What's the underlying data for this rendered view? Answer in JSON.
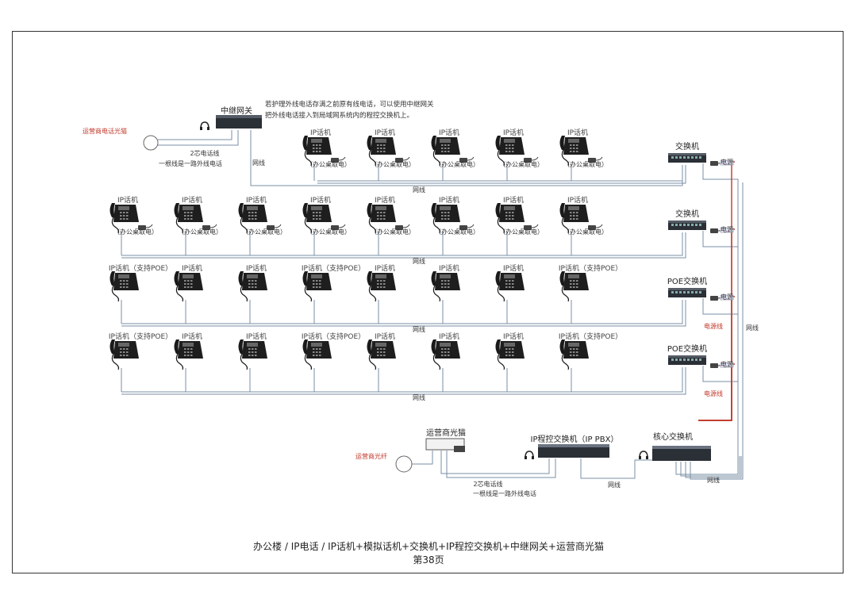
{
  "gateway": {
    "title": "中继网关",
    "note_line1": "若护理外线电话存满之前原有线电话，可以使用中继网关",
    "note_line2": "把外线电话接入到局域网系统内的程控交换机上。",
    "cable_label": "2芯电话线",
    "cable_desc": "一根线是一路外线电话",
    "lan_label": "网线"
  },
  "operator_fiber_left": "运营商电话光猫",
  "rows": [
    {
      "phones": [
        "IP话机",
        "IP话机",
        "IP话机",
        "IP话机",
        "IP话机"
      ],
      "sub": [
        "（办公桌取电）",
        "（办公桌取电）",
        "（办公桌取电）",
        "（办公桌取电）",
        "（办公桌取电）"
      ],
      "switch": "交换机",
      "lan_label": "网线",
      "psu_label": "电源"
    },
    {
      "phones": [
        "IP话机",
        "IP话机",
        "IP话机",
        "IP话机",
        "IP话机",
        "IP话机",
        "IP话机",
        "IP话机"
      ],
      "sub": [
        "（办公桌取电）",
        "（办公桌取电）",
        "（办公桌取电）",
        "（办公桌取电）",
        "（办公桌取电）",
        "（办公桌取电）",
        "（办公桌取电）",
        "（办公桌取电）"
      ],
      "switch": "交换机",
      "lan_label": "网线",
      "psu_label": "电源"
    },
    {
      "phones": [
        "IP话机（支持POE）",
        "IP话机",
        "IP话机",
        "IP话机（支持POE）",
        "IP话机",
        "IP话机",
        "IP话机",
        "IP话机（支持POE）"
      ],
      "switch": "POE交换机",
      "lan_label": "网线",
      "psu_label": "电源",
      "power_label": "电源线"
    },
    {
      "phones": [
        "IP话机（支持POE）",
        "IP话机",
        "IP话机",
        "IP话机（支持POE）",
        "IP话机",
        "IP话机",
        "IP话机",
        "IP话机（支持POE）"
      ],
      "switch": "POE交换机",
      "lan_label": "网线",
      "psu_label": "电源",
      "power_label": "电源线"
    }
  ],
  "right_trunk_label": "网线",
  "bottom": {
    "operator_modem": "运营商光猫",
    "operator_fiber": "运营商光纤",
    "pbx": "IP程控交换机（IP PBX）",
    "core_switch": "核心交换机",
    "cable_label": "2芯电话线",
    "cable_desc": "一根线是一路外线电话",
    "lan_label": "网线",
    "lan_label2": "网线"
  },
  "caption": {
    "line1": "办公楼 / IP电话 / IP话机+模拟话机+交换机+IP程控交换机+中继网关+运营商光猫",
    "line2": "第38页"
  },
  "colors": {
    "line": "#7a8fa6",
    "power": "#c0392b",
    "frame": "#333333"
  }
}
